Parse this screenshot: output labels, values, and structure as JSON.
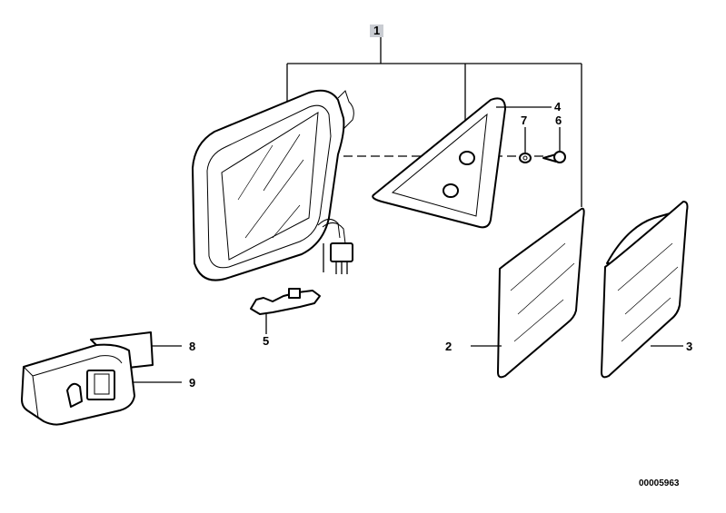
{
  "callouts": {
    "c1": "1",
    "c2": "2",
    "c3": "3",
    "c4": "4",
    "c5": "5",
    "c6": "6",
    "c7": "7",
    "c8": "8",
    "c9": "9"
  },
  "reference_number": "00005963",
  "colors": {
    "line": "#000000",
    "callout_1_highlight": "#c9ccd2",
    "background": "#ffffff"
  }
}
